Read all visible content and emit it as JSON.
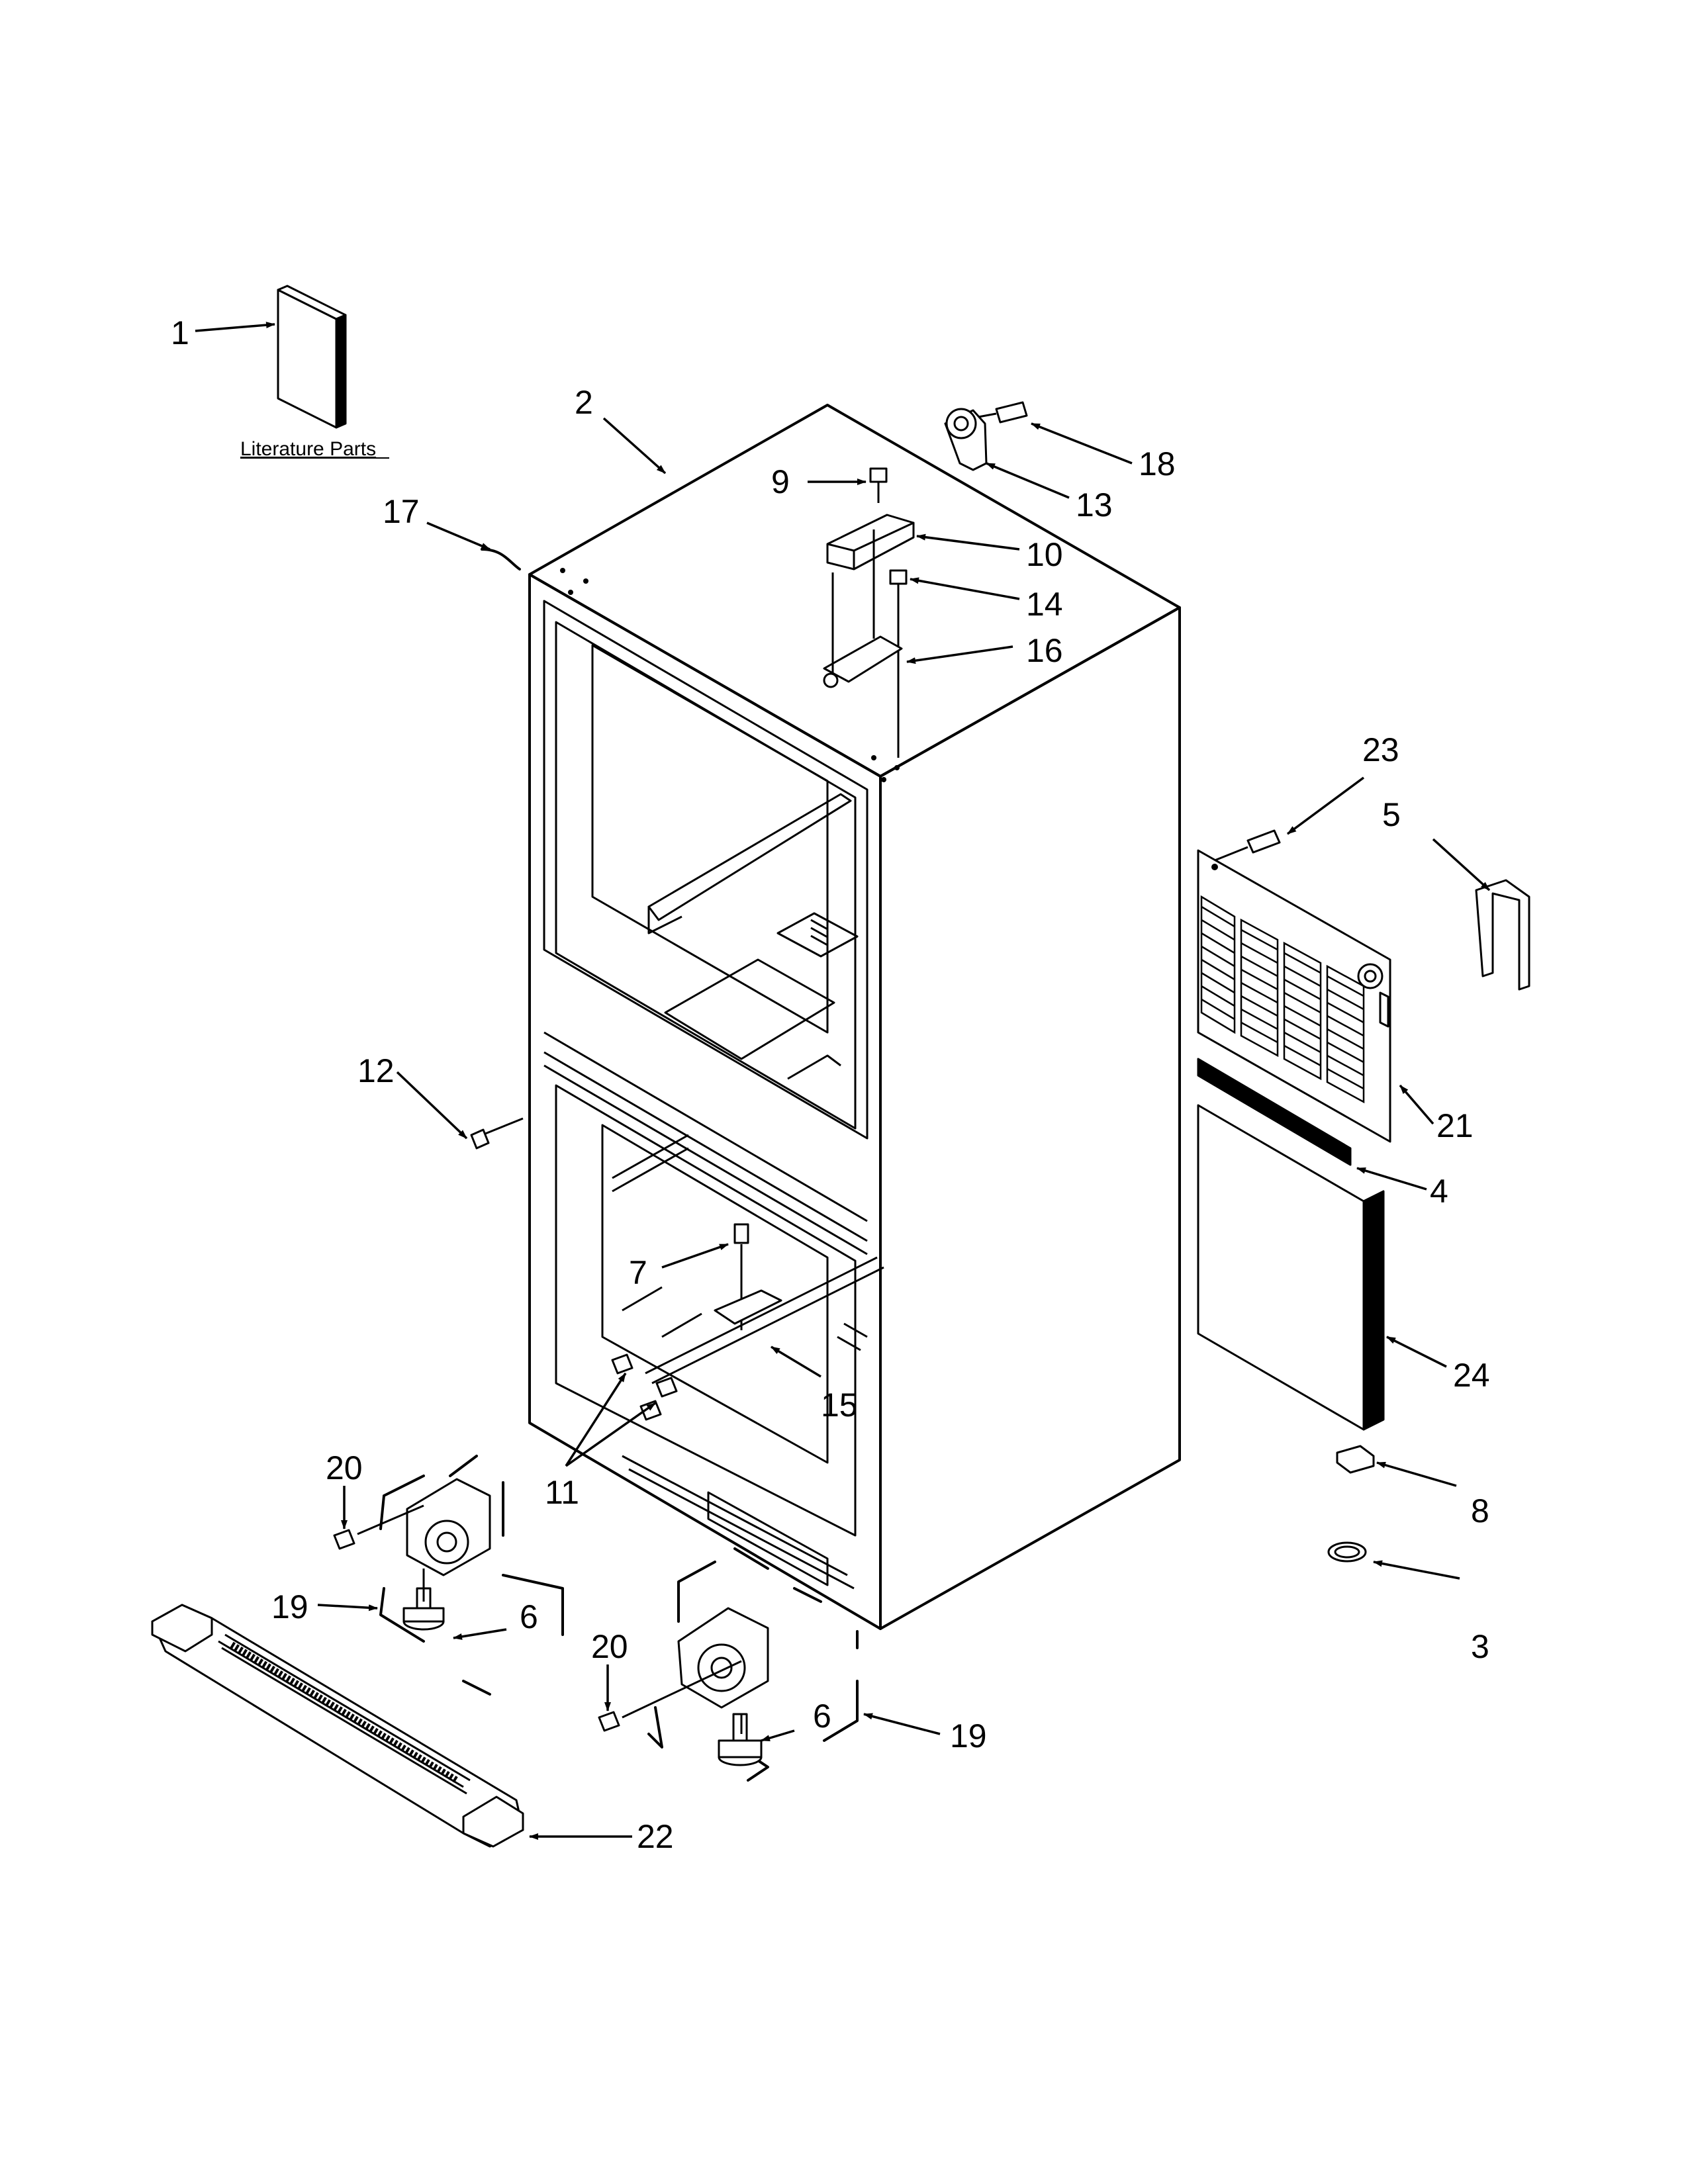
{
  "literature_caption": "Literature Parts",
  "callouts": [
    {
      "key": "c1",
      "text": "1"
    },
    {
      "key": "c2",
      "text": "2"
    },
    {
      "key": "c3",
      "text": "3"
    },
    {
      "key": "c4",
      "text": "4"
    },
    {
      "key": "c5",
      "text": "5"
    },
    {
      "key": "c6a",
      "text": "6"
    },
    {
      "key": "c6b",
      "text": "6"
    },
    {
      "key": "c7",
      "text": "7"
    },
    {
      "key": "c8",
      "text": "8"
    },
    {
      "key": "c9",
      "text": "9"
    },
    {
      "key": "c10",
      "text": "10"
    },
    {
      "key": "c11",
      "text": "11"
    },
    {
      "key": "c12",
      "text": "12"
    },
    {
      "key": "c13",
      "text": "13"
    },
    {
      "key": "c14",
      "text": "14"
    },
    {
      "key": "c15",
      "text": "15"
    },
    {
      "key": "c16",
      "text": "16"
    },
    {
      "key": "c17",
      "text": "17"
    },
    {
      "key": "c18",
      "text": "18"
    },
    {
      "key": "c19a",
      "text": "19"
    },
    {
      "key": "c19b",
      "text": "19"
    },
    {
      "key": "c20a",
      "text": "20"
    },
    {
      "key": "c20b",
      "text": "20"
    },
    {
      "key": "c21",
      "text": "21"
    },
    {
      "key": "c22",
      "text": "22"
    },
    {
      "key": "c23",
      "text": "23"
    },
    {
      "key": "c24",
      "text": "24"
    }
  ]
}
